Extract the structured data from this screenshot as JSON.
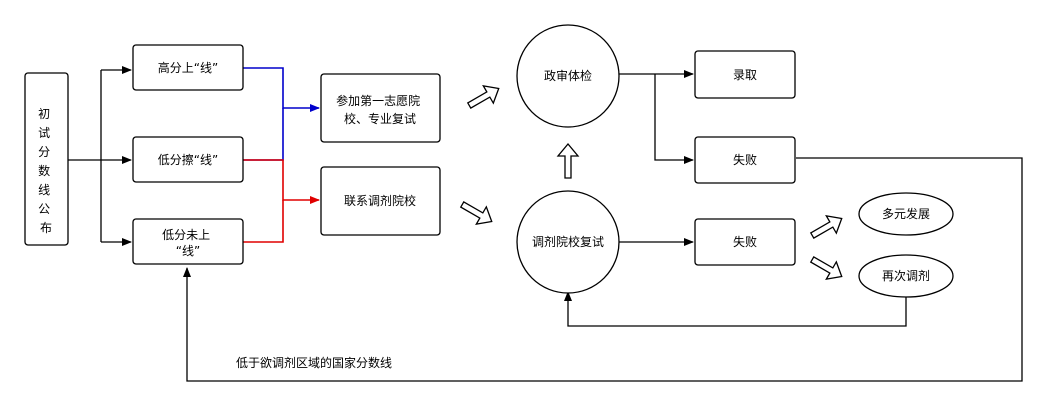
{
  "colors": {
    "line": "#000000",
    "blue": "#0000cc",
    "red": "#e00000",
    "background": "#ffffff"
  },
  "nodes": {
    "start": {
      "label_lines": [
        "初",
        "试",
        "分",
        "数",
        "线",
        "公",
        "布"
      ]
    },
    "high_score": {
      "label": "高分上“线”"
    },
    "low_touch": {
      "label": "低分擦“线”"
    },
    "low_below": {
      "label_lines": [
        "低分未上",
        "“线”"
      ]
    },
    "first_choice": {
      "label_lines": [
        "参加第一志愿院",
        "校、专业复试"
      ]
    },
    "contact_adjust": {
      "label": "联系调剂院校"
    },
    "political_check": {
      "label": "政审体检"
    },
    "adjust_retest": {
      "label": "调剂院校复试"
    },
    "admitted": {
      "label": "录取"
    },
    "fail_top": {
      "label": "失败"
    },
    "fail_mid": {
      "label": "失败"
    },
    "diverse": {
      "label": "多元发展"
    },
    "readjust": {
      "label": "再次调剂"
    }
  },
  "annotations": {
    "bottom_note": "低于欲调剂区域的国家分数线"
  }
}
